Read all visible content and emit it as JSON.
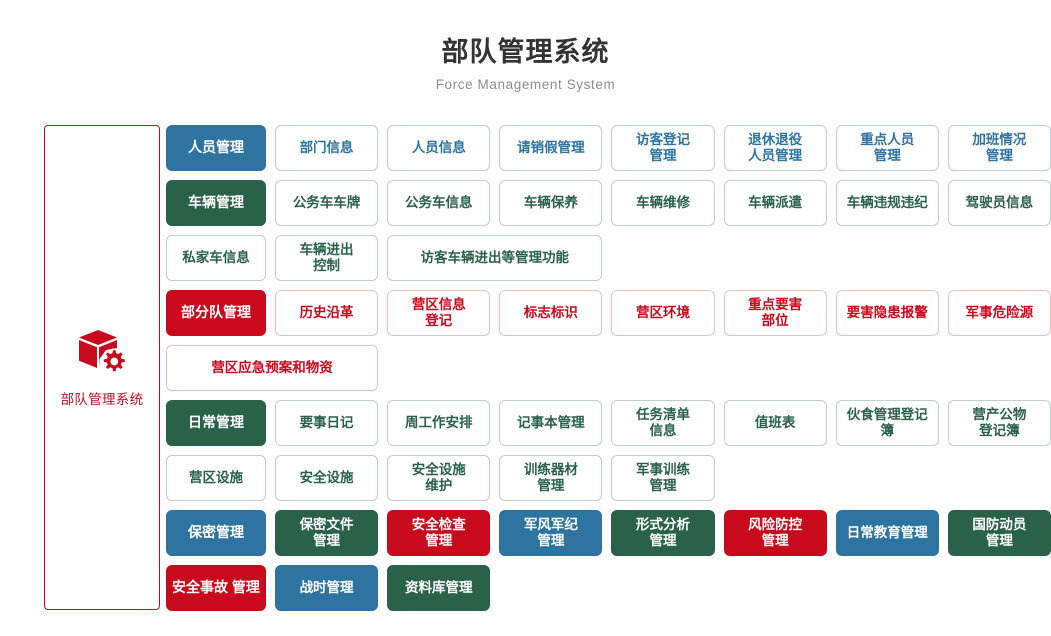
{
  "header": {
    "title": "部队管理系统",
    "subtitle": "Force Management System"
  },
  "logo_panel": {
    "icon": "cube-gear-icon",
    "label": "部队管理系统",
    "border_color": "#C80A1C",
    "text_color": "#C80A1C"
  },
  "palette": {
    "blue": "#2E74A0",
    "green": "#2A6149",
    "red": "#C80A1C",
    "blue_border": "#b9d0de",
    "green_border": "#bdd2c8",
    "red_border": "#efbfc4",
    "title_color": "#333333",
    "subtitle_color": "#8d8d8d"
  },
  "groups": [
    {
      "label": "人员管理",
      "label_variant": "v-blue-solid",
      "card_variant": "v-blue-outline",
      "items": [
        {
          "label": "部门信息",
          "span": 1
        },
        {
          "label": "人员信息",
          "span": 1
        },
        {
          "label": "请销假管理",
          "span": 1
        },
        {
          "label": "访客登记\n管理",
          "span": 1
        },
        {
          "label": "退休退役\n人员管理",
          "span": 1
        },
        {
          "label": "重点人员\n管理",
          "span": 1
        },
        {
          "label": "加班情况\n管理",
          "span": 1
        }
      ]
    },
    {
      "label": "车辆管理",
      "label_variant": "v-green-solid",
      "card_variant": "v-green-outline",
      "items": [
        {
          "label": "公务车车牌",
          "span": 1
        },
        {
          "label": "公务车信息",
          "span": 1
        },
        {
          "label": "车辆保养",
          "span": 1
        },
        {
          "label": "车辆维修",
          "span": 1
        },
        {
          "label": "车辆派遣",
          "span": 1
        },
        {
          "label": "车辆违规违纪",
          "span": 1
        },
        {
          "label": "驾驶员信息",
          "span": 1
        },
        {
          "label": "私家车信息",
          "span": 1
        },
        {
          "label": "车辆进出\n控制",
          "span": 1
        },
        {
          "label": "访客车辆进出等管理功能",
          "span": 2
        }
      ]
    },
    {
      "label": "部分队管理",
      "label_variant": "v-red-solid",
      "card_variant": "v-red-outline",
      "items": [
        {
          "label": "历史沿革",
          "span": 1
        },
        {
          "label": "营区信息\n登记",
          "span": 1
        },
        {
          "label": "标志标识",
          "span": 1
        },
        {
          "label": "营区环境",
          "span": 1
        },
        {
          "label": "重点要害\n部位",
          "span": 1
        },
        {
          "label": "要害隐患报警",
          "span": 1
        },
        {
          "label": "军事危险源",
          "span": 1
        },
        {
          "label": "营区应急预案和物资",
          "span": 2
        }
      ]
    },
    {
      "label": "日常管理",
      "label_variant": "v-green-solid",
      "card_variant": "v-green-outline",
      "items": [
        {
          "label": "要事日记",
          "span": 1
        },
        {
          "label": "周工作安排",
          "span": 1
        },
        {
          "label": "记事本管理",
          "span": 1
        },
        {
          "label": "任务清单\n信息",
          "span": 1
        },
        {
          "label": "值班表",
          "span": 1
        },
        {
          "label": "伙食管理登记簿",
          "span": 1
        },
        {
          "label": "营产公物\n登记簿",
          "span": 1
        },
        {
          "label": "营区设施",
          "span": 1
        },
        {
          "label": "安全设施",
          "span": 1
        },
        {
          "label": "安全设施\n维护",
          "span": 1
        },
        {
          "label": "训练器材\n管理",
          "span": 1
        },
        {
          "label": "军事训练\n管理",
          "span": 1
        }
      ]
    },
    {
      "label": "保密管理",
      "label_variant": "v-blue-solid",
      "card_variant": "",
      "items": [
        {
          "label": "保密文件\n管理",
          "span": 1,
          "variant": "v-green-solid"
        },
        {
          "label": "安全检查\n管理",
          "span": 1,
          "variant": "v-red-solid"
        },
        {
          "label": "军风军纪\n管理",
          "span": 1,
          "variant": "v-blue-solid"
        },
        {
          "label": "形式分析\n管理",
          "span": 1,
          "variant": "v-green-solid"
        },
        {
          "label": "风险防控\n管理",
          "span": 1,
          "variant": "v-red-solid"
        },
        {
          "label": "日常教育管理",
          "span": 1,
          "variant": "v-blue-solid"
        },
        {
          "label": "国防动员\n管理",
          "span": 1,
          "variant": "v-green-solid"
        }
      ]
    },
    {
      "label": "安全事故\n管理",
      "label_variant": "v-red-solid",
      "card_variant": "",
      "items": [
        {
          "label": "战时管理",
          "span": 1,
          "variant": "v-blue-solid"
        },
        {
          "label": "资料库管理",
          "span": 1,
          "variant": "v-green-solid"
        }
      ]
    }
  ]
}
